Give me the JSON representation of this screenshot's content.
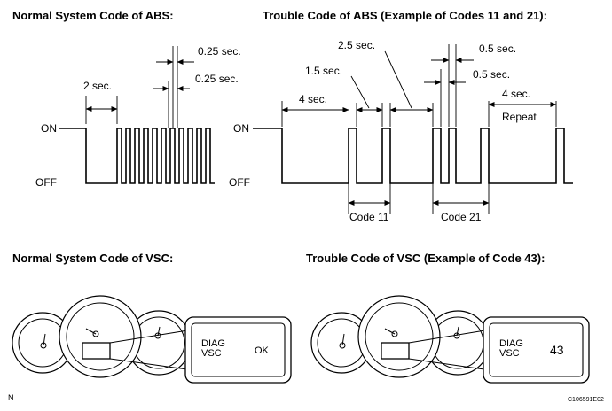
{
  "abs_normal": {
    "title": "Normal System Code of ABS:",
    "on_label": "ON",
    "off_label": "OFF",
    "label_2sec": "2 sec.",
    "label_025_a": "0.25 sec.",
    "label_025_b": "0.25 sec."
  },
  "abs_trouble": {
    "title": "Trouble Code of ABS (Example of Codes 11 and 21):",
    "on_label": "ON",
    "off_label": "OFF",
    "label_4sec_a": "4 sec.",
    "label_15sec": "1.5 sec.",
    "label_25sec": "2.5 sec.",
    "label_05sec_a": "0.5 sec.",
    "label_05sec_b": "0.5 sec.",
    "label_4sec_b": "4 sec.",
    "label_repeat": "Repeat",
    "label_code11": "Code 11",
    "label_code21": "Code 21"
  },
  "vsc_normal": {
    "title": "Normal System Code of VSC:",
    "display_line1": "DIAG",
    "display_line2": "VSC",
    "display_code": "OK"
  },
  "vsc_trouble": {
    "title": "Trouble Code of VSC (Example of Code 43):",
    "display_line1": "DIAG",
    "display_line2": "VSC",
    "display_code": "43"
  },
  "footer": {
    "left_mark": "N",
    "figure_id": "C106591E02"
  }
}
